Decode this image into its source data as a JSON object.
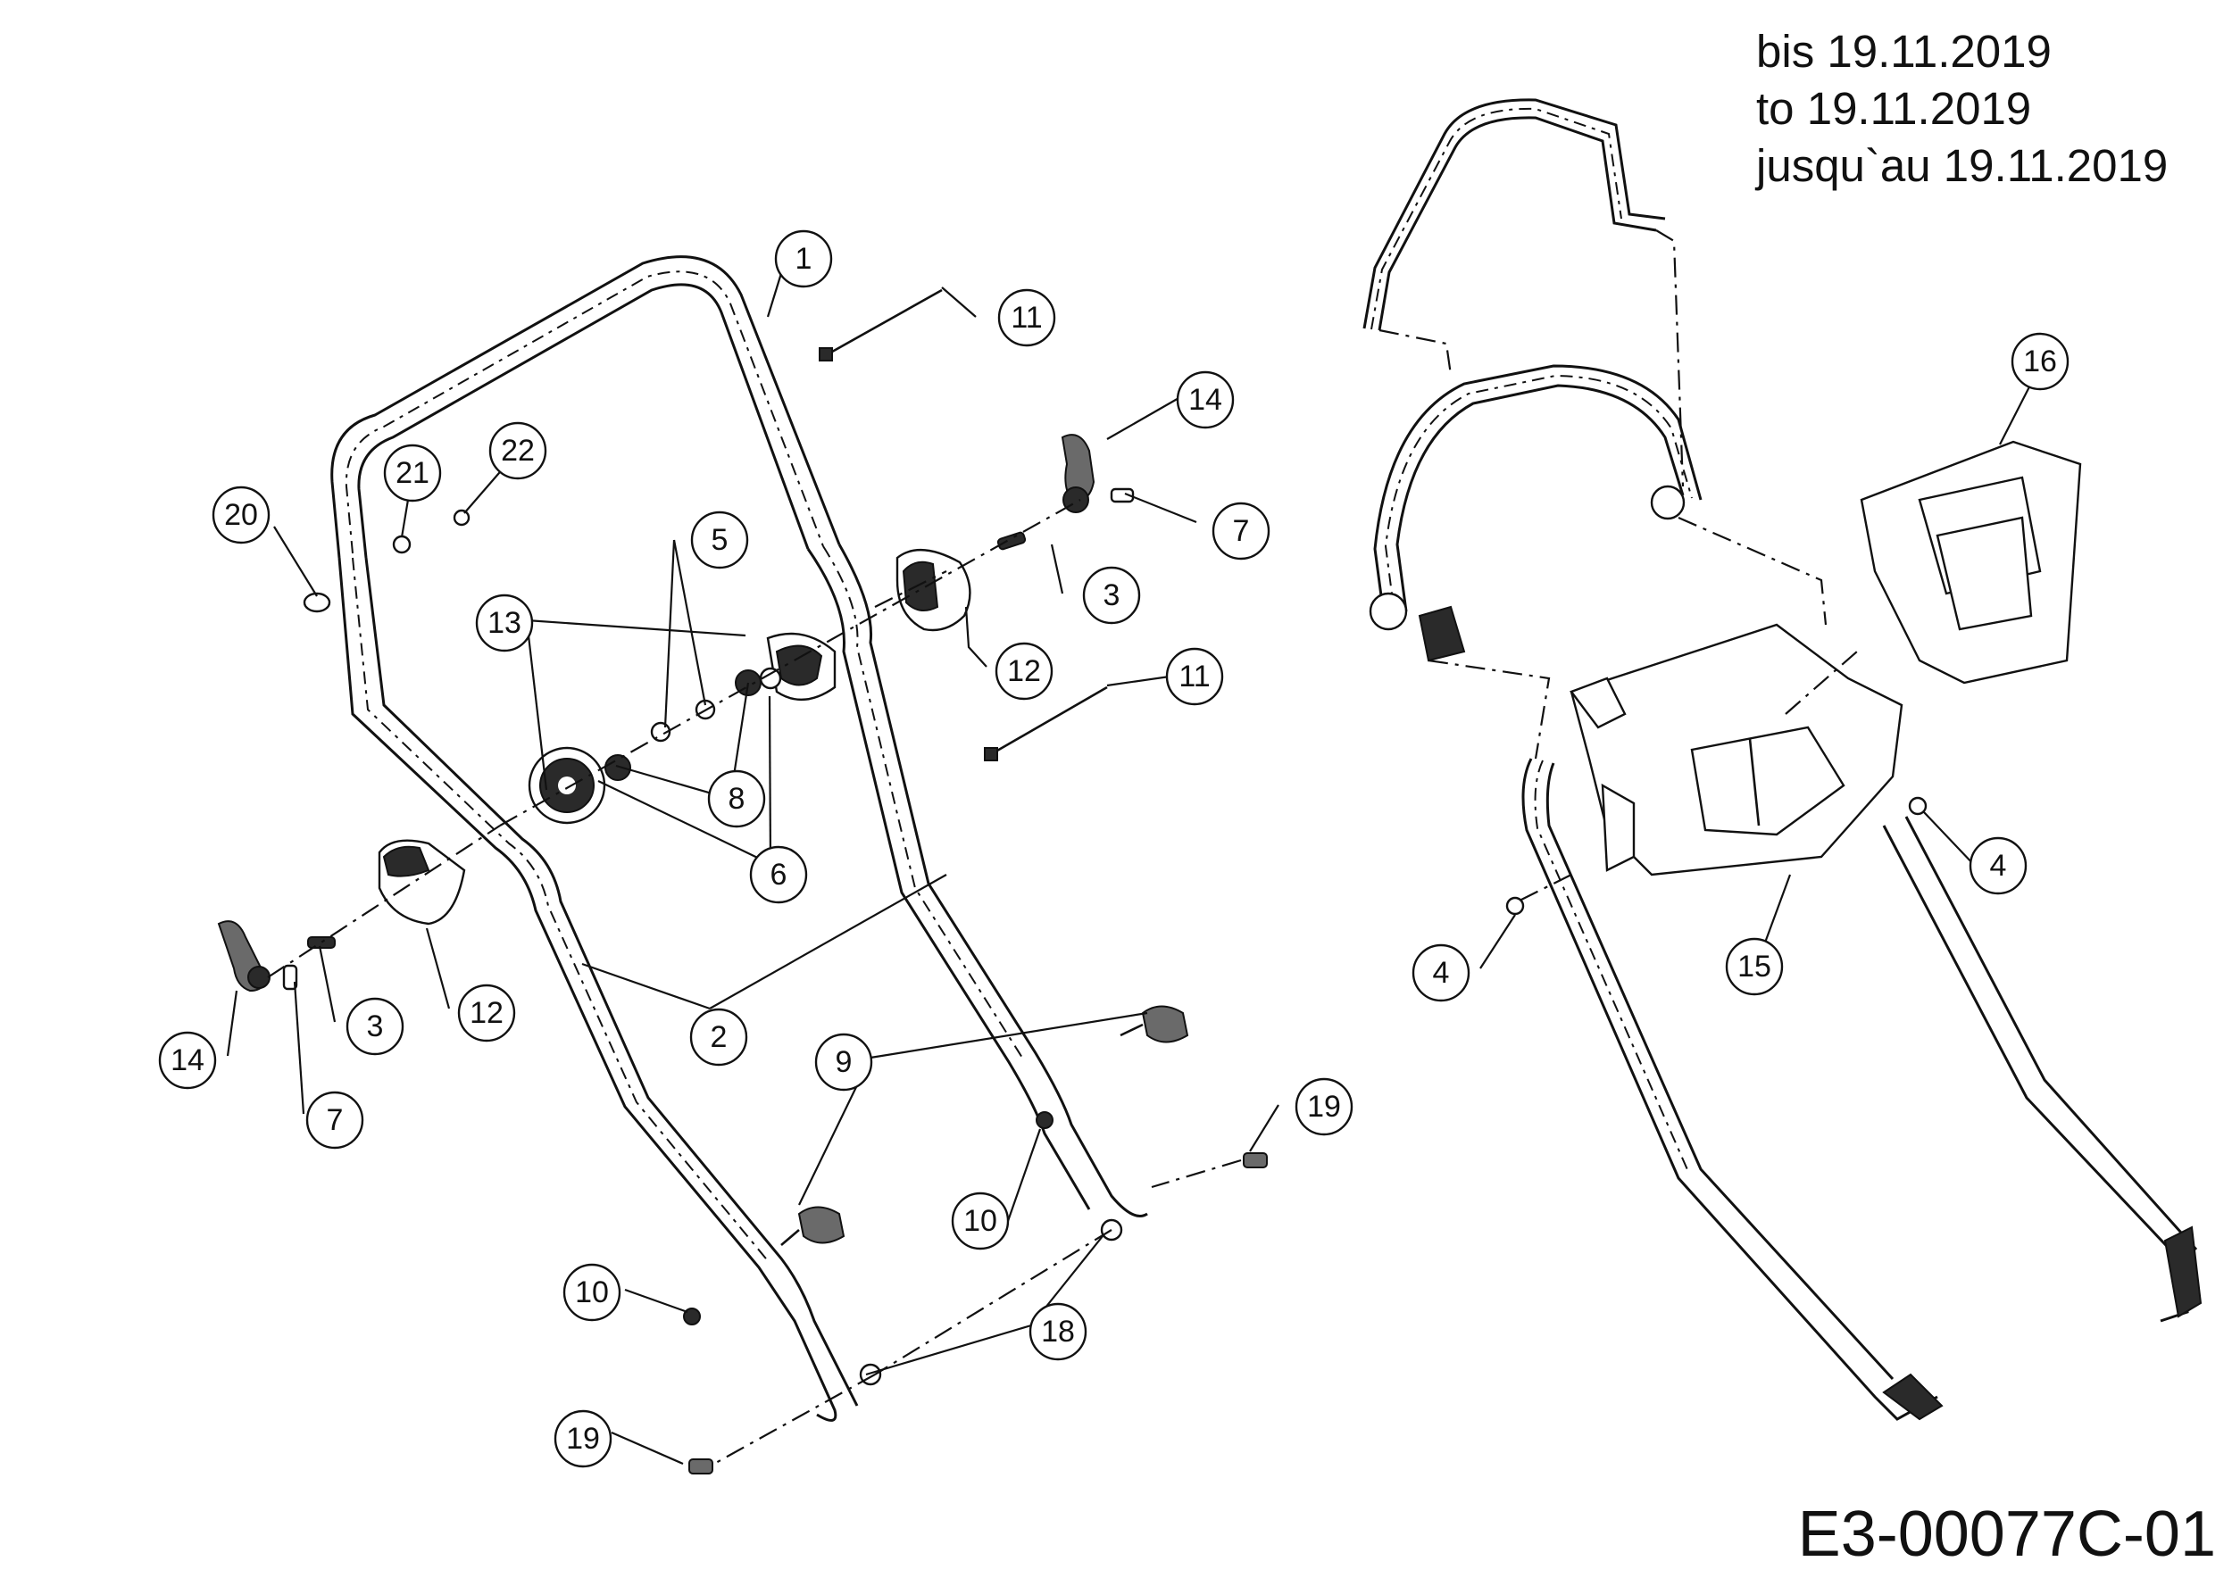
{
  "date_note": [
    "bis 19.11.2019",
    "to 19.11.2019",
    "jusqu`au 19.11.2019"
  ],
  "drawing_code": "E3-00077C-01",
  "callouts": [
    "1",
    "2",
    "3",
    "3",
    "4",
    "4",
    "5",
    "6",
    "7",
    "7",
    "8",
    "9",
    "10",
    "10",
    "11",
    "11",
    "12",
    "12",
    "13",
    "14",
    "14",
    "15",
    "16",
    "18",
    "19",
    "19",
    "20",
    "21",
    "22"
  ]
}
